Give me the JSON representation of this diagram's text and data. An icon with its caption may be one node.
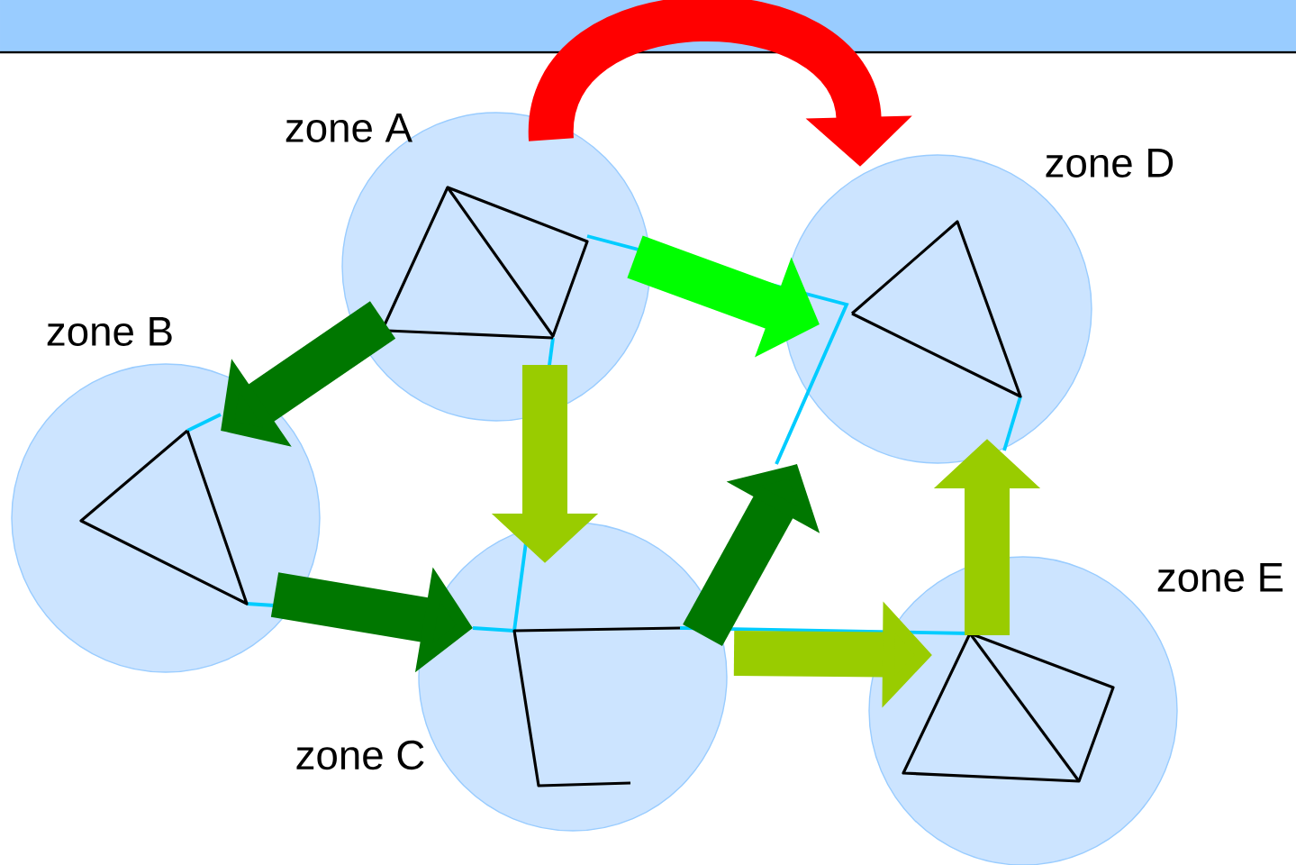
{
  "diagram": {
    "nodes": [
      {
        "text": [
          "zone A"
        ]
      },
      {
        "text": [
          "zone B"
        ]
      },
      {
        "text": [
          "zone C"
        ]
      },
      {
        "text": [
          "zone D"
        ]
      },
      {
        "text": [
          "zone E"
        ]
      }
    ],
    "edges": [
      {
        "from": 0,
        "to": 3,
        "arrow": "to",
        "color": "#ff0000"
      },
      {
        "from": 0,
        "to": 3,
        "arrow": "to",
        "color": "#00ff00"
      },
      {
        "from": 0,
        "to": 1,
        "arrow": "to",
        "color": "#007700"
      },
      {
        "from": 0,
        "to": 2,
        "arrow": "to",
        "color": "#99cc00"
      },
      {
        "from": 1,
        "to": 2,
        "arrow": "to",
        "color": "#007700"
      },
      {
        "from": 2,
        "to": 3,
        "arrow": "to",
        "color": "#007700"
      },
      {
        "from": 2,
        "to": 4,
        "arrow": "to",
        "color": "#99cc00"
      },
      {
        "from": 4,
        "to": 3,
        "arrow": "to",
        "color": "#99cc00"
      }
    ]
  }
}
